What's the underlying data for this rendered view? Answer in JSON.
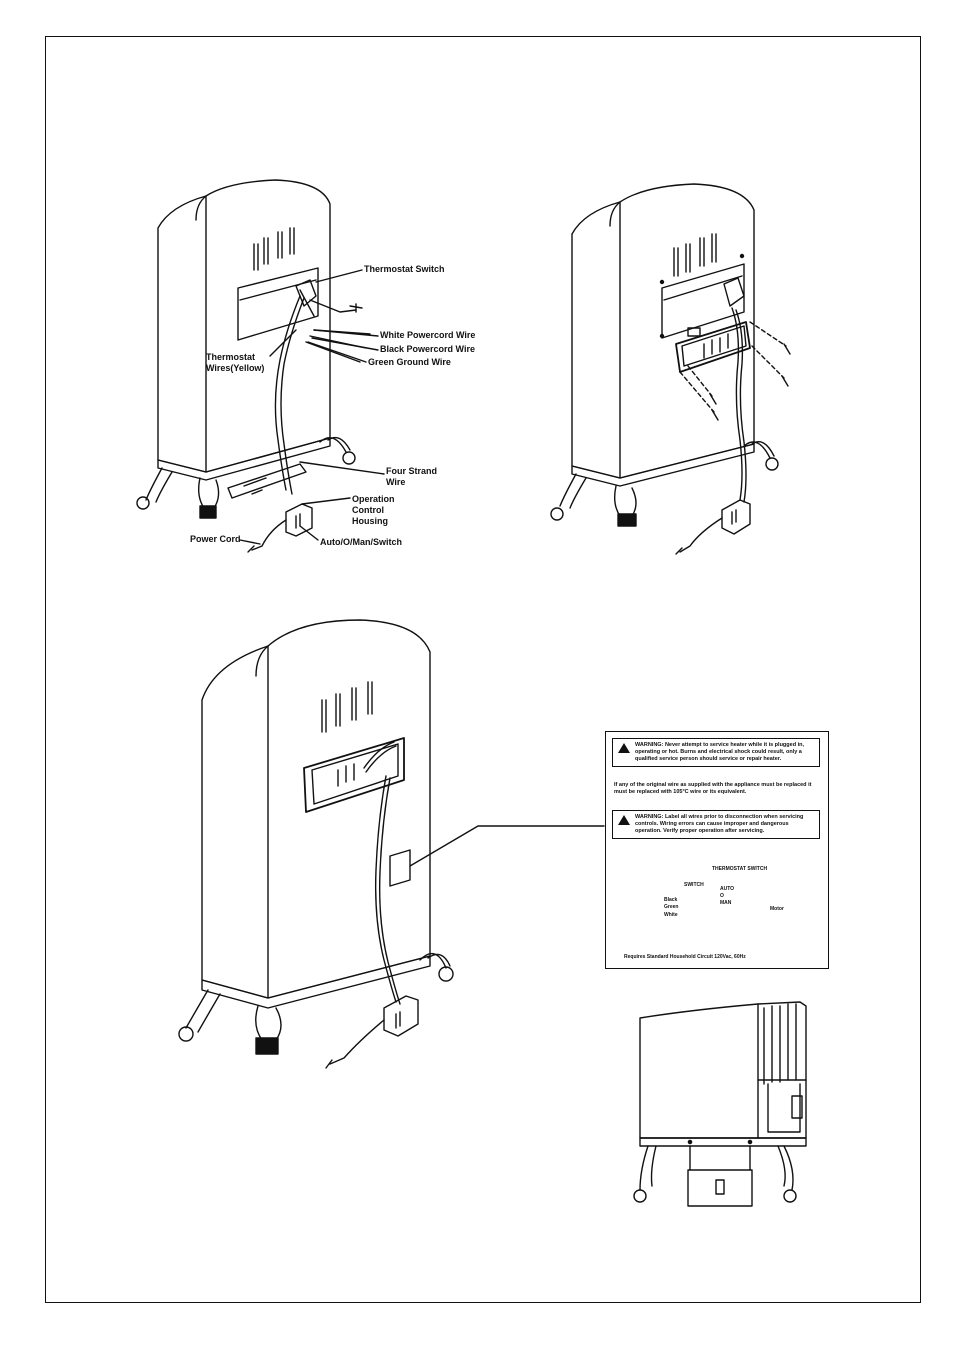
{
  "fig1": {
    "thermostat_switch": "Thermostat Switch",
    "white_wire": "White Powercord Wire",
    "black_wire": "Black Powercord Wire",
    "ground_wire": "Green Ground Wire",
    "thermostat_wires": "Thermostat Wires(Yellow)",
    "four_strand": "Four Strand Wire",
    "control_housing": "Operation Control Housing",
    "power_cord": "Power Cord",
    "auto_switch": "Auto/O/Man/Switch"
  },
  "label_sheet": {
    "warning1": "WARNING: Never attempt to service heater while it is plugged in, operating or hot. Burns and electrical shock could result, only a qualified service person should service or repair heater.",
    "wire_note": "If any of the original wire as supplied with the appliance must be replaced it must be replaced with 105°C wire or its equivalent.",
    "warning2": "WARNING: Label all wires prior to disconnection when servicing controls. Wiring errors can cause improper and dangerous operation. Verify proper operation after servicing.",
    "thermostat_switch": "THERMOSTAT SWITCH",
    "switch": "SWITCH",
    "black": "Black",
    "green": "Green",
    "white": "White",
    "auto": "AUTO",
    "off": "O",
    "man": "MAN",
    "motor": "Motor",
    "requires": "Requires Standard Household Circuit 120Vac, 60Hz"
  }
}
